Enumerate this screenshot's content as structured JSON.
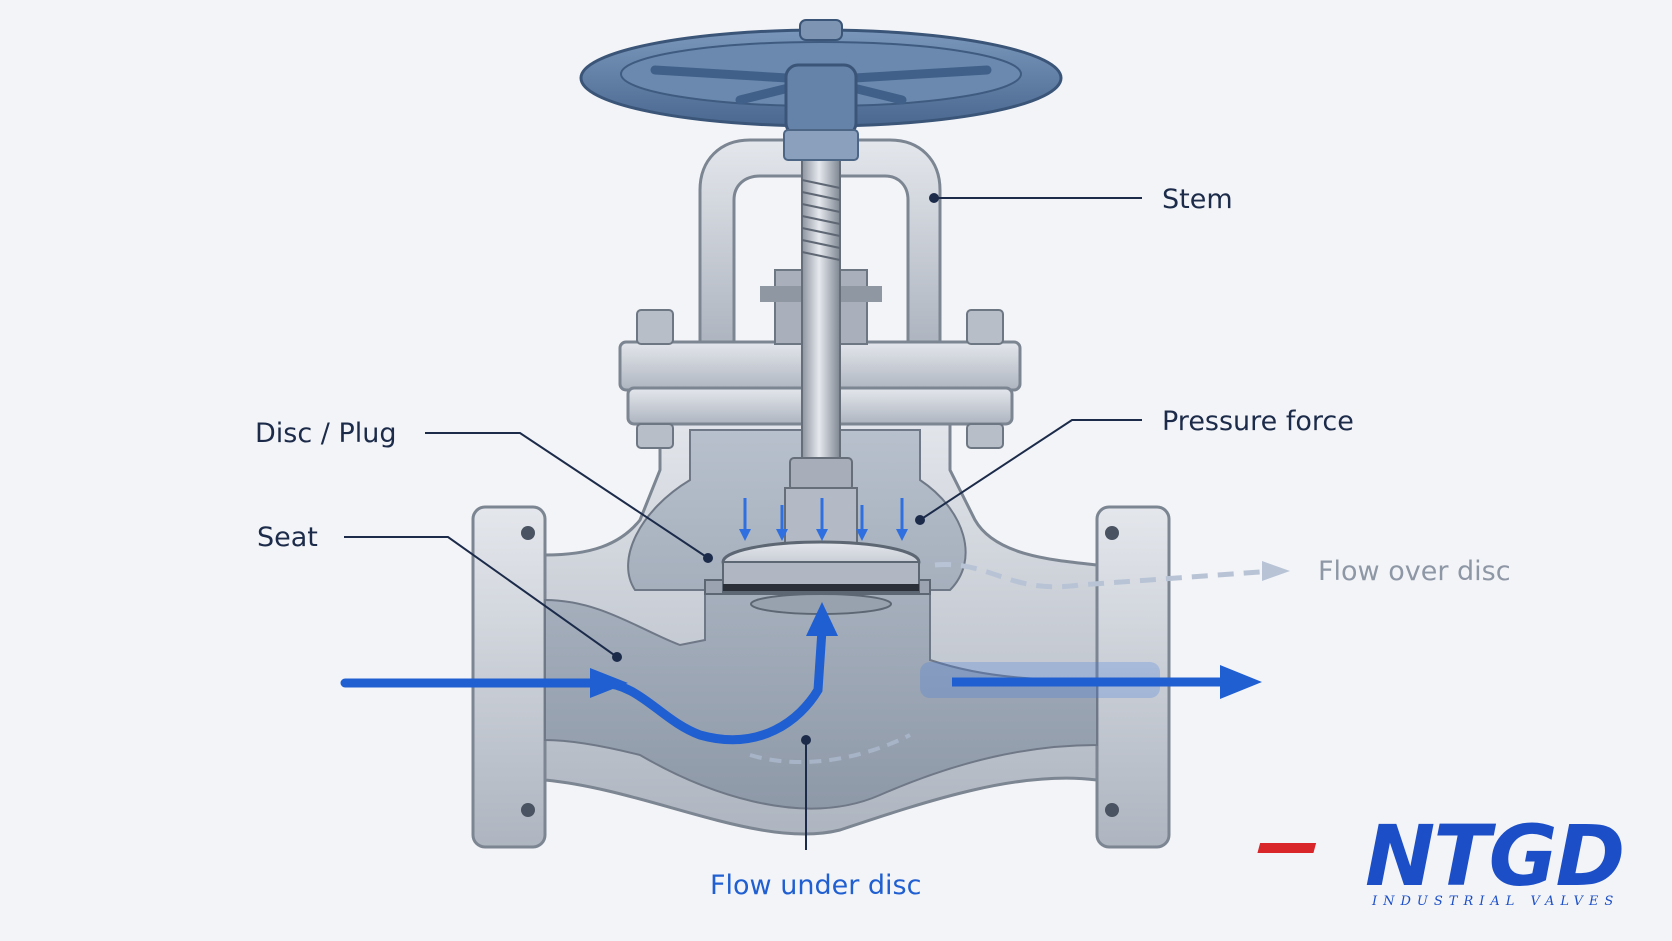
{
  "labels": {
    "stem": "Stem",
    "disc_plug": "Disc / Plug",
    "pressure_force": "Pressure force",
    "seat": "Seat",
    "flow_over_disc": "Flow over disc",
    "flow_under_disc": "Flow under disc"
  },
  "logo": {
    "brand": "NTGD",
    "subtitle": "INDUSTRIAL VALVES"
  },
  "colors": {
    "flow_blue": "#1f5fd1",
    "handwheel": "#58789f",
    "metal": "#c9ced6",
    "logo_blue": "#1c4fc7",
    "logo_red": "#d8262b",
    "label_dark": "#1c2b4a",
    "label_muted": "#8e97a6"
  }
}
